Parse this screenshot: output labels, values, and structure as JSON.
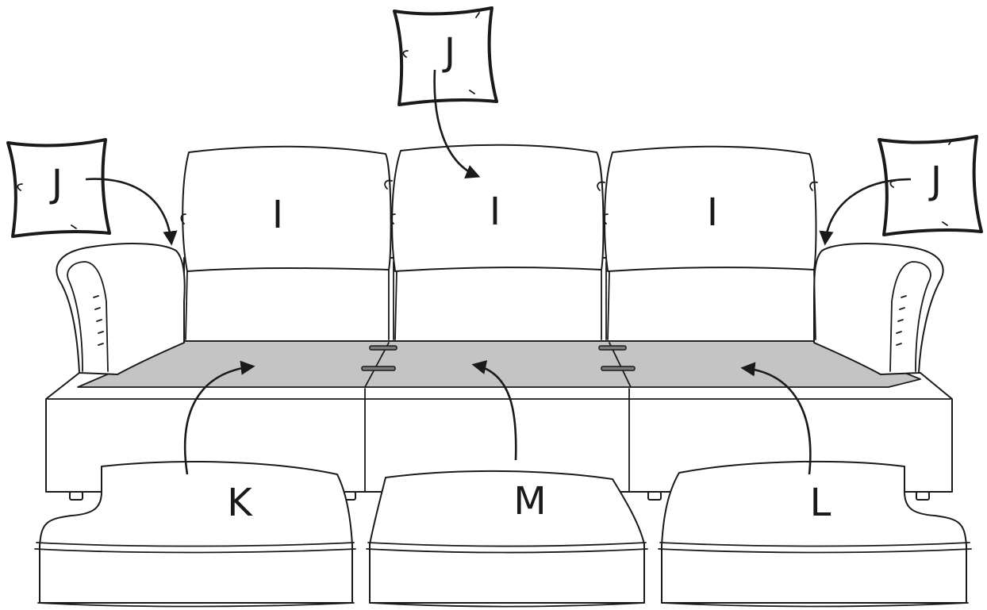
{
  "labels": {
    "back_cushion": "I",
    "scatter_cushion": "J",
    "seat_cushion_left": "K",
    "seat_cushion_middle": "M",
    "seat_cushion_right": "L"
  },
  "colors": {
    "line": "#1a1a1a",
    "deck": "#c4c4c4",
    "background": "#ffffff"
  }
}
